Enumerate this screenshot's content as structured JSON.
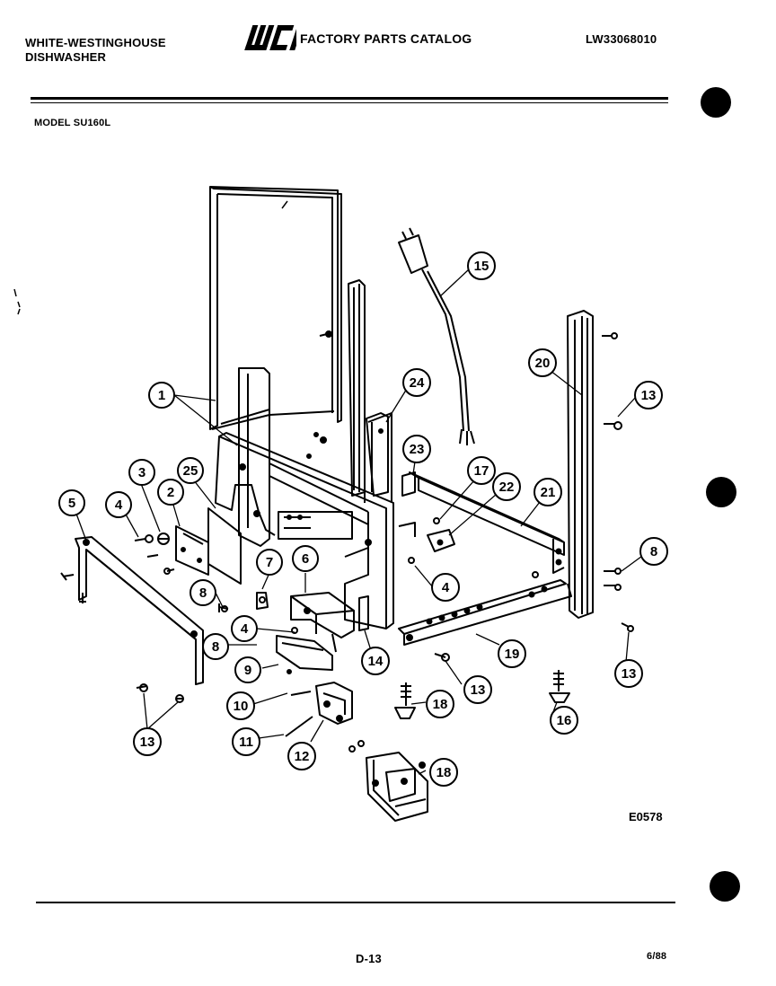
{
  "header": {
    "brand_line1": "WHITE-WESTINGHOUSE",
    "brand_line2": "DISHWASHER",
    "logo_text": "WCI",
    "catalog_title": "FACTORY PARTS CATALOG",
    "catalog_code": "LW33068010",
    "model": "MODEL SU160L"
  },
  "diagram": {
    "code": "E0578",
    "callouts": [
      "1",
      "2",
      "3",
      "4",
      "5",
      "6",
      "7",
      "8",
      "9",
      "10",
      "11",
      "12",
      "13",
      "14",
      "15",
      "16",
      "17",
      "18",
      "19",
      "20",
      "21",
      "22",
      "23",
      "24",
      "25"
    ]
  },
  "footer": {
    "page": "D-13",
    "date": "6/88"
  }
}
